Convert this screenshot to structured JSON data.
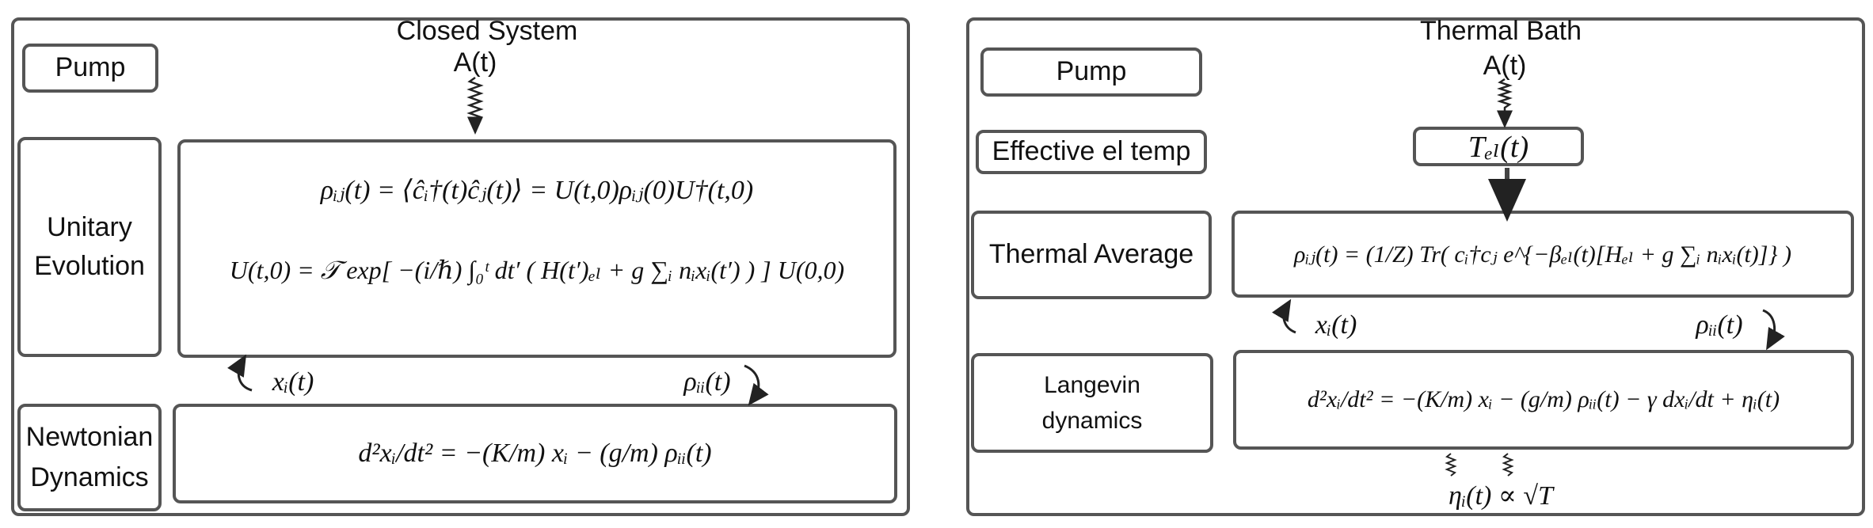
{
  "left": {
    "title": "Closed System",
    "drive": "A(t)",
    "pump": "Pump",
    "unitary_label_1": "Unitary",
    "unitary_label_2": "Evolution",
    "eq_rho": "ρᵢⱼ(t) = ⟨ĉᵢ†(t)ĉⱼ(t)⟩ = U(t,0)ρᵢⱼ(0)U†(t,0)",
    "eq_U": "U(t,0) = 𝒯 exp[ −(i/ℏ) ∫₀ᵗ dt′ ( H(t′)ₑₗ + g ∑ᵢ nᵢxᵢ(t′) ) ] U(0,0)",
    "feedback_x": "xᵢ(t)",
    "feedback_rho": "ρᵢᵢ(t)",
    "newton_label_1": "Newtonian",
    "newton_label_2": "Dynamics",
    "eq_newton": "d²xᵢ/dt² = −(K/m) xᵢ − (g/m) ρᵢᵢ(t)"
  },
  "right": {
    "title": "Thermal Bath",
    "drive": "A(t)",
    "pump": "Pump",
    "eff_temp": "Effective el temp",
    "tel": "Tₑₗ(t)",
    "thermal_avg": "Thermal Average",
    "eq_thermal": "ρᵢⱼ(t) = (1/Z) Tr( cᵢ†cⱼ e^{−βₑₗ(t)[Hₑₗ + g ∑ᵢ nᵢxᵢ(t)]} )",
    "feedback_x": "xᵢ(t)",
    "feedback_rho": "ρᵢᵢ(t)",
    "langevin_1": "Langevin",
    "langevin_2": "dynamics",
    "eq_langevin": "d²xᵢ/dt² = −(K/m) xᵢ − (g/m) ρᵢᵢ(t) − γ dxᵢ/dt + ηᵢ(t)",
    "noise": "ηᵢ(t) ∝ √T"
  },
  "colors": {
    "border": "#555555",
    "text": "#111111"
  }
}
